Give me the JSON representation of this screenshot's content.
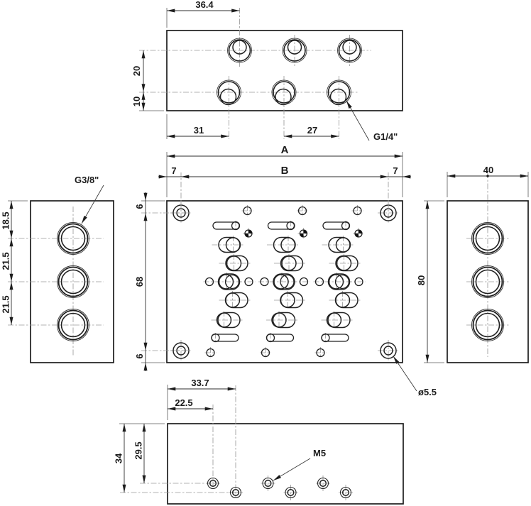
{
  "labels": {
    "top_view": {
      "d_port_x": "36.4",
      "d_row_gap": "20",
      "d_row_edge": "10",
      "d_left_port": "31",
      "d_port_pitch": "27",
      "port": "G1/4\""
    },
    "front_view": {
      "width": "A",
      "bolt_width": "B",
      "edge_l": "7",
      "edge_r": "7",
      "edge_t": "6",
      "bolt_h": "68",
      "edge_b": "6",
      "hole": "ø5.5"
    },
    "left_view": {
      "port": "G3/8\"",
      "d_top": "18.5",
      "d_mid": "21.5",
      "d_bot": "21.5"
    },
    "right_view": {
      "depth": "40",
      "height": "80"
    },
    "bottom_view": {
      "d_hole2": "33.7",
      "d_hole1": "22.5",
      "d_low_row": "34",
      "d_up_row": "29.5",
      "hole": "M5"
    }
  }
}
